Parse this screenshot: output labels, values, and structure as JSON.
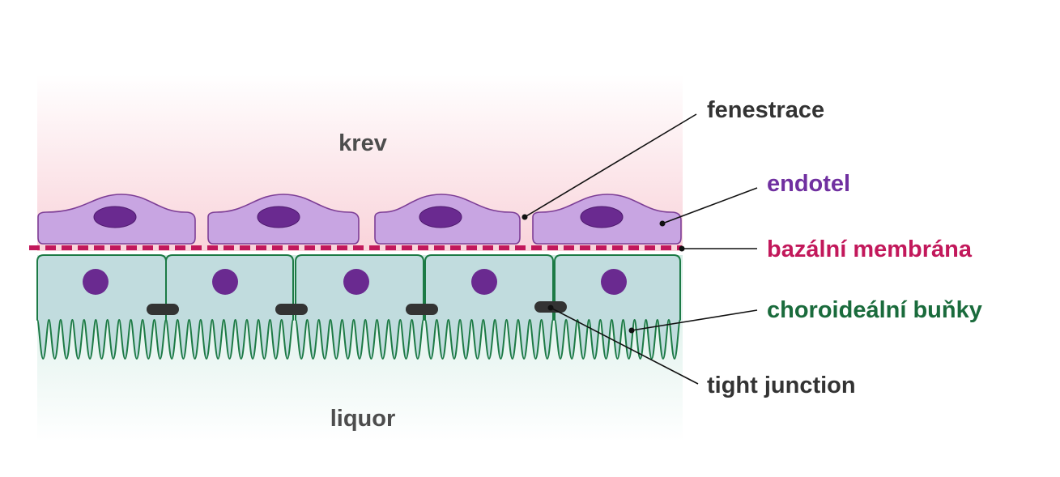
{
  "regions": {
    "blood": "krev",
    "csf": "liquor"
  },
  "labels": {
    "fenestration": "fenestrace",
    "endothelium": "endotel",
    "basement_membrane": "bazální membrána",
    "choroid_cells": "choroideální buňky",
    "tight_junction": "tight junction"
  },
  "colors": {
    "blood_tint": "#f9d3da",
    "csf_tint": "#d3ece4",
    "endothelium_fill": "#c8a5e2",
    "endothelium_stroke": "#7d3e96",
    "nucleus_fill": "#6a2a90",
    "membrane": "#c2185b",
    "choroid_fill": "#c1dcde",
    "choroid_stroke": "#1c7a45",
    "junction": "#333333",
    "region_text": "#4d4d4d",
    "label_dark": "#333333",
    "label_endothelium": "#7030a0",
    "label_membrane": "#c2185b",
    "label_choroid": "#1a6b3c"
  }
}
